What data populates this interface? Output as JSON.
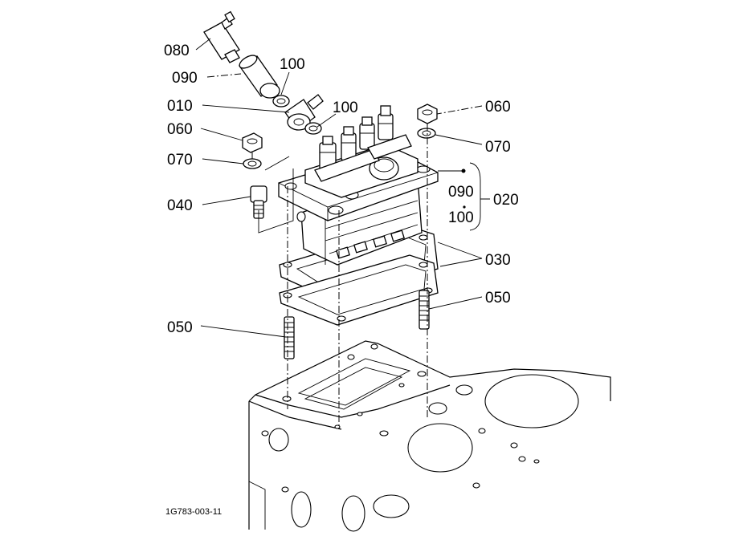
{
  "diagram": {
    "labels": {
      "p080": "080",
      "p090": "090",
      "p100a": "100",
      "p010": "010",
      "p100b": "100",
      "p060a": "060",
      "p070a": "070",
      "p040": "040",
      "p060b": "060",
      "p070b": "070",
      "p090b": "090",
      "p100c": "100",
      "p020": "020",
      "p030": "030",
      "p050a": "050",
      "p050b": "050"
    },
    "drawing_code": "1G783-003-11"
  }
}
